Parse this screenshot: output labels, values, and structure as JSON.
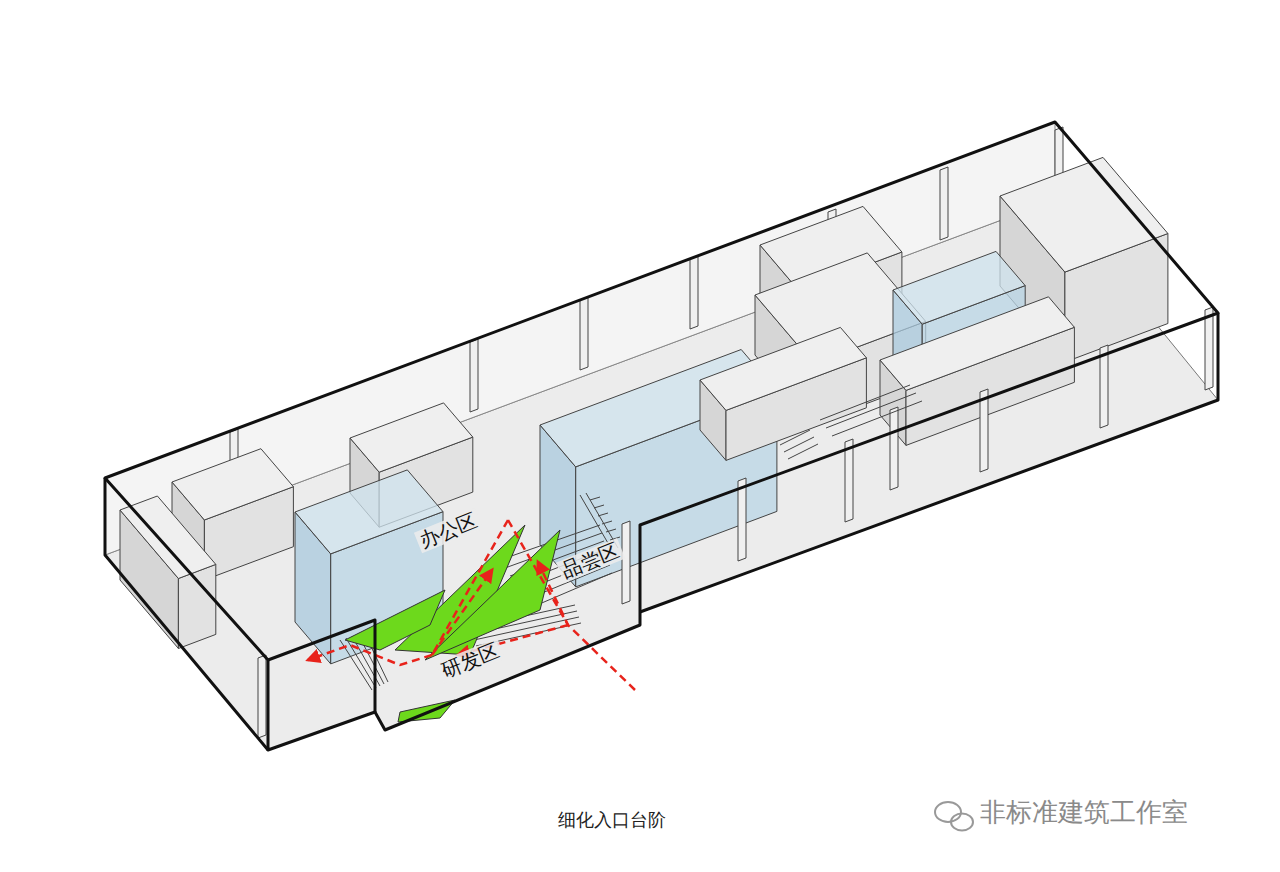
{
  "diagram": {
    "caption": "细化入口台阶",
    "labels": [
      "办公区",
      "品尝区",
      "研发区",
      "非标准建筑工作室"
    ]
  }
}
